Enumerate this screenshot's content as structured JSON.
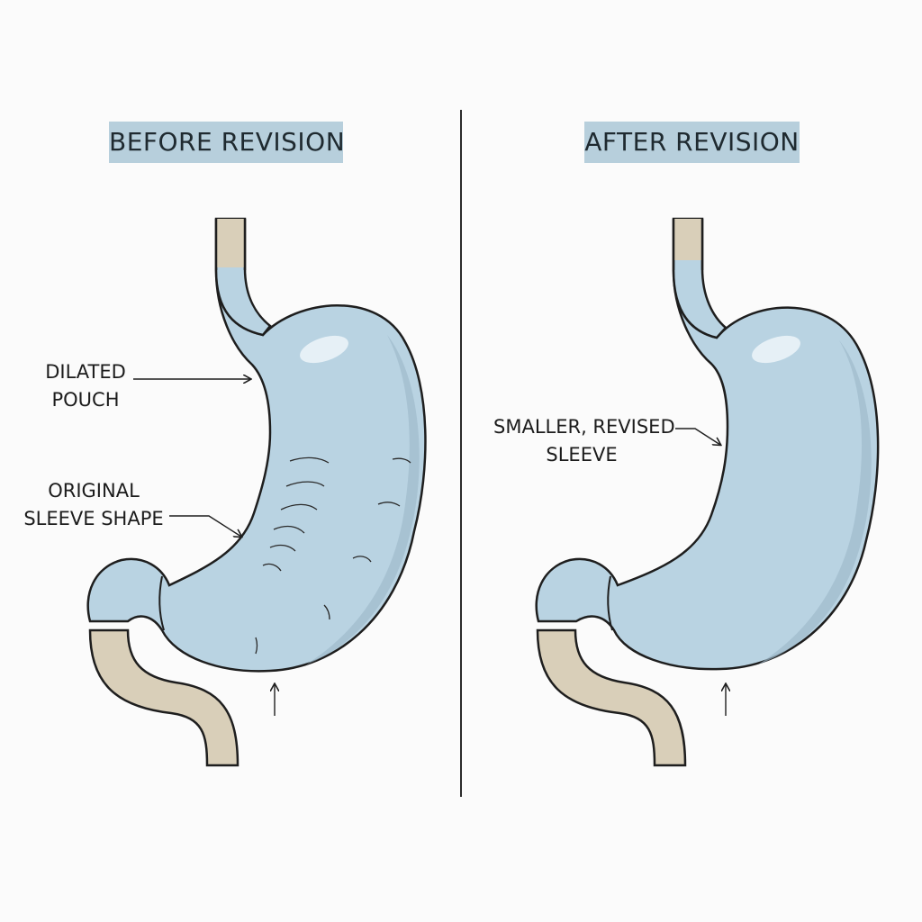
{
  "panels": {
    "before": {
      "title": "BEFORE REVISION",
      "labels": {
        "dilated_line1": "DILATED",
        "dilated_line2": "POUCH",
        "original_line1": "ORIGINAL",
        "original_line2": "SLEEVE SHAPE"
      }
    },
    "after": {
      "title": "AFTER REVISION",
      "labels": {
        "smaller_line1": "SMALLER, REVISED",
        "smaller_line2": "SLEEVE"
      }
    }
  },
  "colors": {
    "stomach_fill": "#b9d3e2",
    "stomach_shade": "#9db8c9",
    "esophagus_fill": "#d9cfb9",
    "outline": "#1e1e1e",
    "title_bg": "#b7cfdc",
    "background": "#fbfbfb"
  }
}
